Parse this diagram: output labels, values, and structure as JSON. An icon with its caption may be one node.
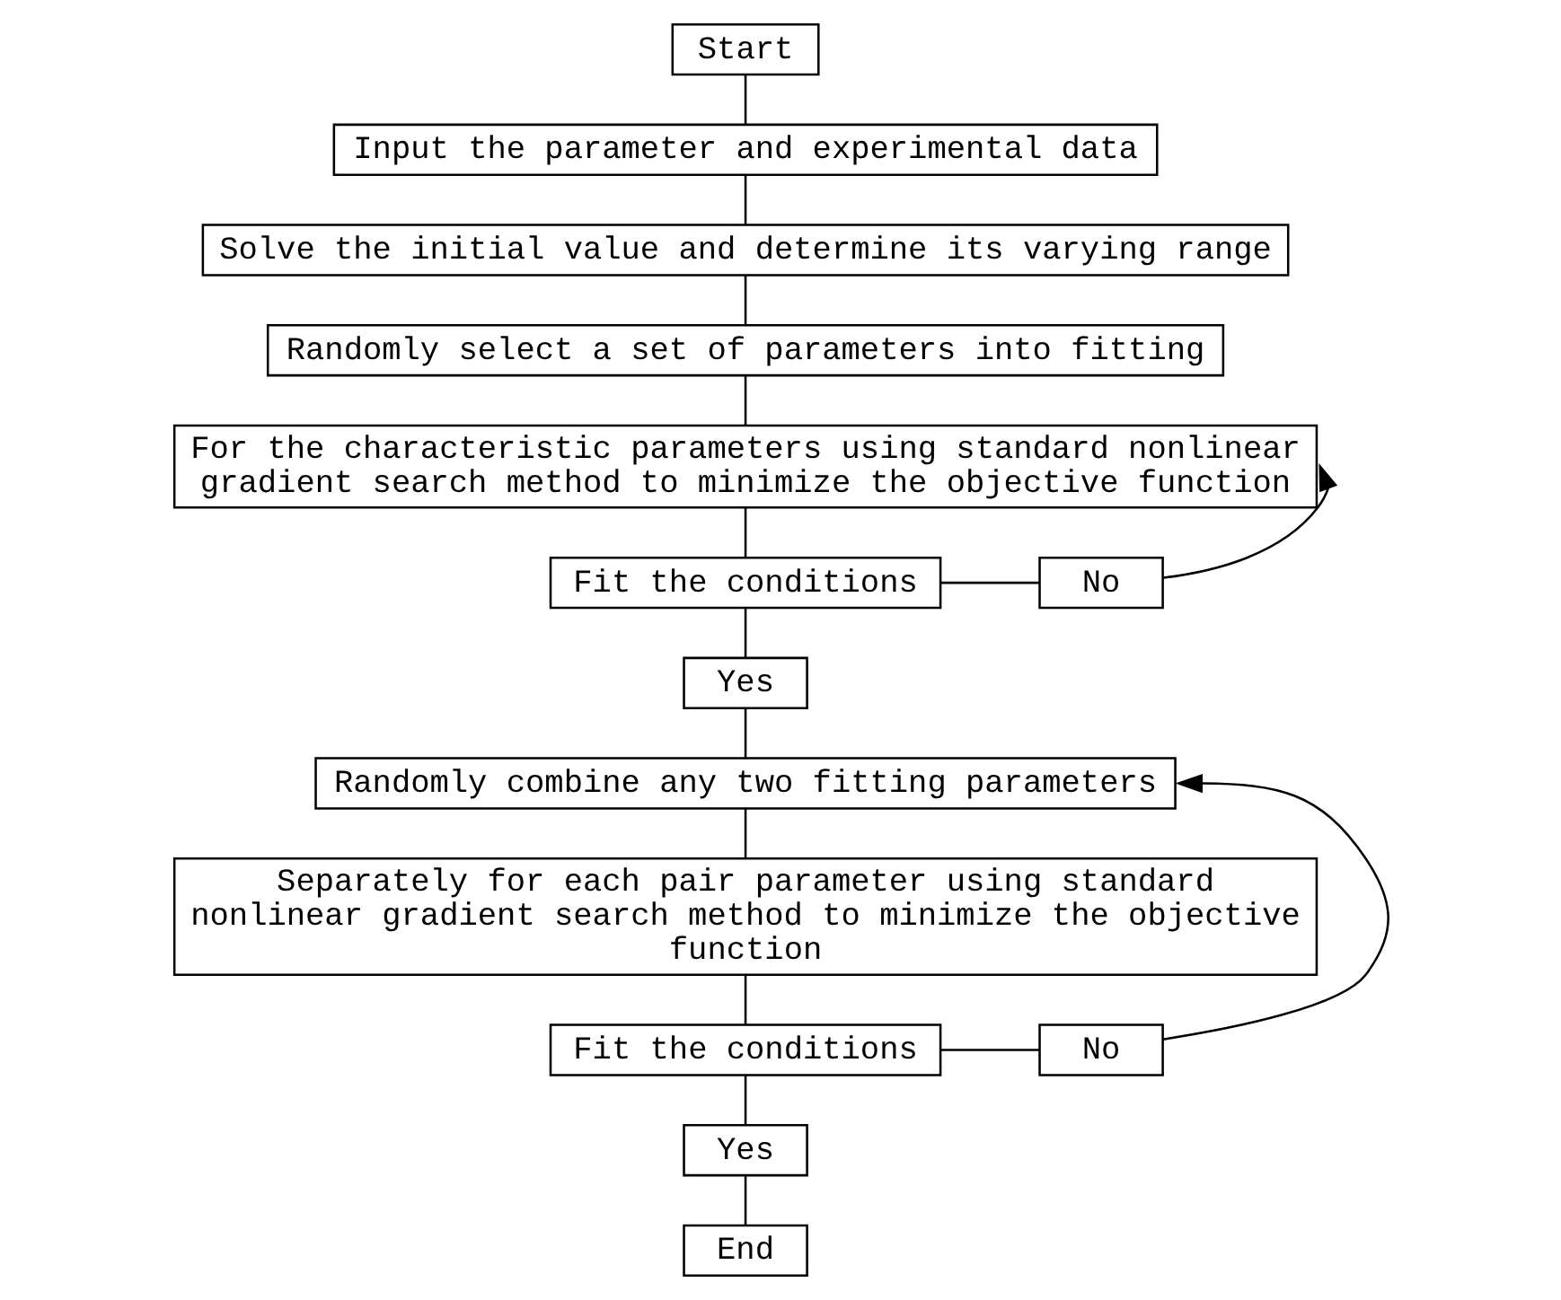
{
  "diagram": {
    "nodes": [
      {
        "text": [
          "Start"
        ]
      },
      {
        "text": [
          "Input the parameter and experimental data"
        ]
      },
      {
        "text": [
          "Solve the initial value and determine its varying range"
        ]
      },
      {
        "text": [
          "Randomly select a set of parameters into fitting"
        ]
      },
      {
        "text": [
          "For the characteristic parameters using standard nonlinear gradient search method to minimize the objective function"
        ]
      },
      {
        "text": [
          "Fit the conditions"
        ]
      },
      {
        "text": [
          "No"
        ]
      },
      {
        "text": [
          "Yes"
        ]
      },
      {
        "text": [
          "Randomly combine any two fitting parameters"
        ]
      },
      {
        "text": [
          "Separately for each pair parameter using standard nonlinear gradient search method to minimize the objective function"
        ]
      },
      {
        "text": [
          "Fit the conditions"
        ]
      },
      {
        "text": [
          "No"
        ]
      },
      {
        "text": [
          "Yes"
        ]
      },
      {
        "text": [
          "End"
        ]
      }
    ],
    "edges": [
      {
        "from": 0,
        "to": 1,
        "arrow": "none"
      },
      {
        "from": 1,
        "to": 2,
        "arrow": "none"
      },
      {
        "from": 2,
        "to": 3,
        "arrow": "none"
      },
      {
        "from": 3,
        "to": 4,
        "arrow": "none"
      },
      {
        "from": 4,
        "to": 5,
        "arrow": "none"
      },
      {
        "from": 5,
        "to": 6,
        "arrow": "none"
      },
      {
        "from": 6,
        "to": 4,
        "arrow": "to"
      },
      {
        "from": 5,
        "to": 7,
        "arrow": "none"
      },
      {
        "from": 7,
        "to": 8,
        "arrow": "none"
      },
      {
        "from": 8,
        "to": 9,
        "arrow": "none"
      },
      {
        "from": 9,
        "to": 10,
        "arrow": "none"
      },
      {
        "from": 10,
        "to": 11,
        "arrow": "none"
      },
      {
        "from": 11,
        "to": 8,
        "arrow": "to"
      },
      {
        "from": 10,
        "to": 12,
        "arrow": "none"
      },
      {
        "from": 12,
        "to": 13,
        "arrow": "none"
      }
    ]
  }
}
